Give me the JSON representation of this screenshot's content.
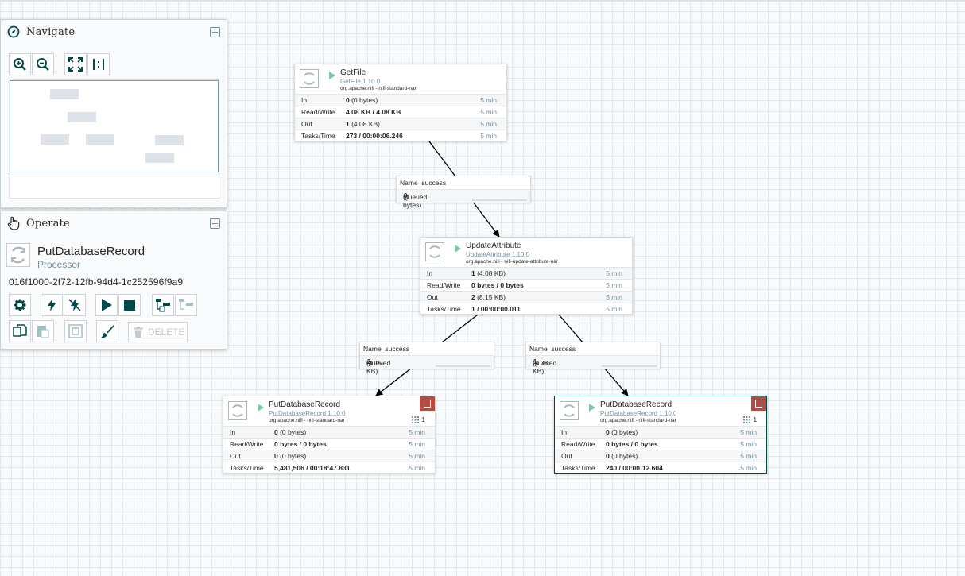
{
  "navigate": {
    "title": "Navigate"
  },
  "operate": {
    "title": "Operate",
    "component_name": "PutDatabaseRecord",
    "component_type": "Processor",
    "component_id": "016f1000-2f72-12fb-94d4-1c252596f9a9",
    "delete_label": "DELETE"
  },
  "processors": [
    {
      "name": "GetFile",
      "version": "GetFile 1.10.0",
      "bundle": "org.apache.nifi - nifi-standard-nar",
      "stats": [
        {
          "label": "In",
          "bold": "0",
          "rest": " (0 bytes)",
          "window": "5 min"
        },
        {
          "label": "Read/Write",
          "bold": "4.08 KB / 4.08 KB",
          "rest": "",
          "window": "5 min"
        },
        {
          "label": "Out",
          "bold": "1",
          "rest": " (4.08 KB)",
          "window": "5 min"
        },
        {
          "label": "Tasks/Time",
          "bold": "273 / 00:00:06.246",
          "rest": "",
          "window": "5 min"
        }
      ]
    },
    {
      "name": "UpdateAttribute",
      "version": "UpdateAttribute 1.10.0",
      "bundle": "org.apache.nifi - nifi-update-attribute-nar",
      "stats": [
        {
          "label": "In",
          "bold": "1",
          "rest": " (4.08 KB)",
          "window": "5 min"
        },
        {
          "label": "Read/Write",
          "bold": "0 bytes / 0 bytes",
          "rest": "",
          "window": "5 min"
        },
        {
          "label": "Out",
          "bold": "2",
          "rest": " (8.15 KB)",
          "window": "5 min"
        },
        {
          "label": "Tasks/Time",
          "bold": "1 / 00:00:00.011",
          "rest": "",
          "window": "5 min"
        }
      ]
    },
    {
      "name": "PutDatabaseRecord",
      "version": "PutDatabaseRecord 1.10.0",
      "bundle": "org.apache.nifi - nifi-standard-nar",
      "threads": "1",
      "stats": [
        {
          "label": "In",
          "bold": "0",
          "rest": " (0 bytes)",
          "window": "5 min"
        },
        {
          "label": "Read/Write",
          "bold": "0 bytes / 0 bytes",
          "rest": "",
          "window": "5 min"
        },
        {
          "label": "Out",
          "bold": "0",
          "rest": " (0 bytes)",
          "window": "5 min"
        },
        {
          "label": "Tasks/Time",
          "bold": "5,481,506 / 00:18:47.831",
          "rest": "",
          "window": "5 min"
        }
      ]
    },
    {
      "name": "PutDatabaseRecord",
      "version": "PutDatabaseRecord 1.10.0",
      "bundle": "org.apache.nifi - nifi-standard-nar",
      "threads": "1",
      "stats": [
        {
          "label": "In",
          "bold": "0",
          "rest": " (0 bytes)",
          "window": "5 min"
        },
        {
          "label": "Read/Write",
          "bold": "0 bytes / 0 bytes",
          "rest": "",
          "window": "5 min"
        },
        {
          "label": "Out",
          "bold": "0",
          "rest": " (0 bytes)",
          "window": "5 min"
        },
        {
          "label": "Tasks/Time",
          "bold": "240 / 00:00:12.604",
          "rest": "",
          "window": "5 min"
        }
      ]
    }
  ],
  "connections": [
    {
      "name_label": "Name",
      "name": "success",
      "queued_label": "Queued",
      "queued_count": "0",
      "queued_size": " (0 bytes)"
    },
    {
      "name_label": "Name",
      "name": "success",
      "queued_label": "Queued",
      "queued_count": "2",
      "queued_size": " (8.15 KB)"
    },
    {
      "name_label": "Name",
      "name": "success",
      "queued_label": "Queued",
      "queued_count": "1",
      "queued_size": " (4.08 KB)"
    }
  ],
  "colors": {
    "accent": "#004849",
    "running": "#7dc7a0",
    "bulletin": "#b84a3f",
    "icon": "#004849"
  }
}
